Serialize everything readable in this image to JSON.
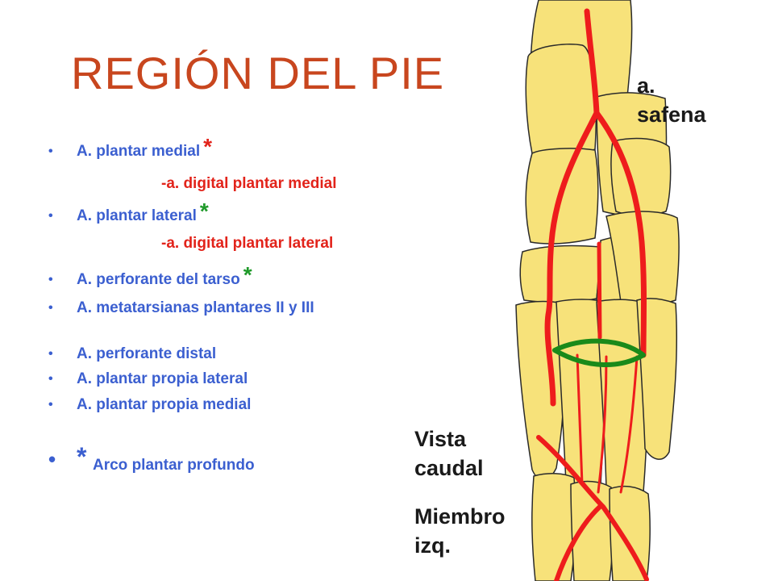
{
  "title": "REGIÓN DEL PIE",
  "bullets": [
    {
      "text": "A. plantar medial",
      "star": "*",
      "star_color": "#e2231a",
      "sub": "-a. digital plantar medial"
    },
    {
      "text": "A. plantar lateral",
      "star": "*",
      "star_color": "#1f9a2a",
      "sub": "-a. digital plantar lateral"
    },
    {
      "text": "A. perforante del tarso",
      "star": "*",
      "star_color": "#1f9a2a"
    },
    {
      "text": "A. metatarsianas plantares II y III"
    },
    {
      "text": "A. perforante distal"
    },
    {
      "text": "A. plantar propia lateral"
    },
    {
      "text": "A. plantar propia medial"
    }
  ],
  "deep_arch": {
    "star": "*",
    "text": "Arco plantar profundo"
  },
  "labels": {
    "safena_line1": "a.",
    "safena_line2": "safena",
    "view_line1": "Vista",
    "view_line2": "caudal",
    "limb_line1": "Miembro",
    "limb_line2": "izq."
  },
  "colors": {
    "title": "#c8461e",
    "bullet_text": "#3b5fd0",
    "sub_text": "#e2231a",
    "bone_fill": "#f7e27a",
    "artery": "#ee1c1c",
    "arch": "#1a8a1a"
  }
}
